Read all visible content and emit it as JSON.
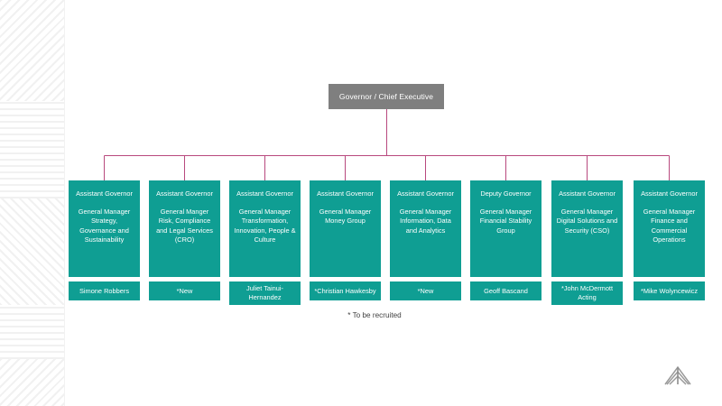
{
  "chart_data": {
    "type": "diagram",
    "title": "Governor / Chief Executive organisational chart",
    "root": {
      "label": "Governor / Chief Executive",
      "color": "#7f7f7f"
    },
    "node_color": "#0f9e93",
    "connector_color": "#b8497e",
    "footnote": "* To be recruited",
    "nodes": [
      {
        "title": "Assistant Governor",
        "subtitle": "General Manager Strategy, Governance and Sustainability",
        "name": "Simone Robbers"
      },
      {
        "title": "Assistant Governor",
        "subtitle": "General Manger Risk, Compliance and Legal Services (CRO)",
        "name": "*New"
      },
      {
        "title": "Assistant Governor",
        "subtitle": "General Manager Transformation, Innovation, People & Culture",
        "name": "Juliet Tainui-Hernandez"
      },
      {
        "title": "Assistant Governor",
        "subtitle": "General Manager Money Group",
        "name": "*Christian Hawkesby"
      },
      {
        "title": "Assistant Governor",
        "subtitle": "General Manager Information, Data and Analytics",
        "name": "*New"
      },
      {
        "title": "Deputy Governor",
        "subtitle": "General Manager Financial Stability Group",
        "name": "Geoff Bascand"
      },
      {
        "title": "Assistant Governor",
        "subtitle": "General Manager Digital Solutions and Security (CSO)",
        "name": "*John McDermott Acting"
      },
      {
        "title": "Assistant Governor",
        "subtitle": "General Manager Finance and Commercial Operations",
        "name": "*Mike Wolyncewicz"
      }
    ]
  },
  "decor": {
    "logo_name": "chevron-logo"
  }
}
